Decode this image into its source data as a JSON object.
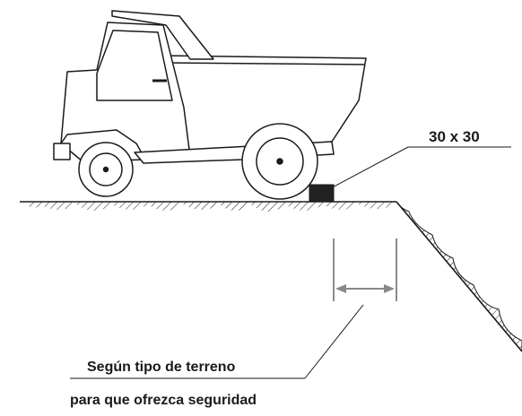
{
  "labels": {
    "block_size": "30 x 30",
    "distance_line1": "Según tipo de terreno",
    "distance_line2": "para que ofrezca seguridad"
  },
  "colors": {
    "ink": "#1a1a1a",
    "block_fill": "#222222",
    "dimension_arrow": "#888888"
  }
}
